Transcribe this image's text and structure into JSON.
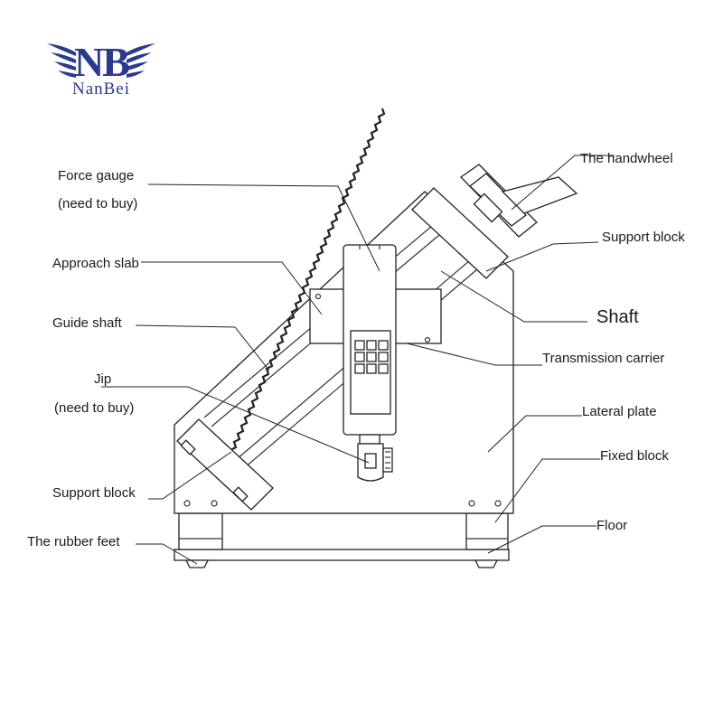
{
  "brand": {
    "mark": "NB",
    "name": "NanBei",
    "color": "#2b3a8c"
  },
  "labels": {
    "force_gauge": "Force gauge",
    "force_gauge_note": "(need to buy)",
    "approach_slab": "Approach slab",
    "guide_shaft": "Guide shaft",
    "jip": "Jip",
    "jip_note": "(need to buy)",
    "support_block_bottom": "Support block",
    "rubber_feet": "The rubber feet",
    "handwheel": "The handwheel",
    "support_block_top": "Support block",
    "shaft": "Shaft",
    "transmission_carrier": "Transmission carrier",
    "lateral_plate": "Lateral plate",
    "fixed_block": "Fixed block",
    "floor": "Floor"
  }
}
